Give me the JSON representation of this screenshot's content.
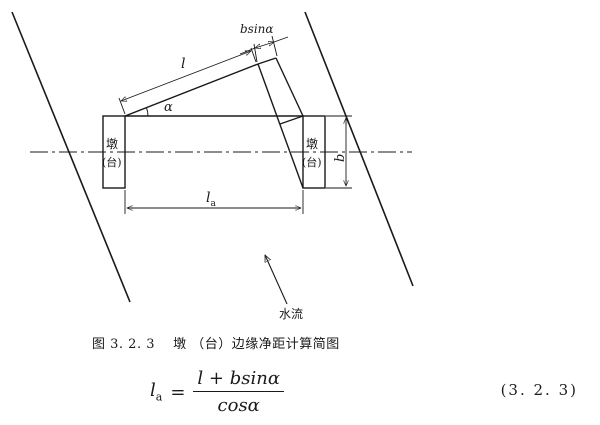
{
  "diagram": {
    "labels": {
      "b_sin_alpha": "bsinα",
      "l": "l",
      "alpha": "α",
      "pier_left_top": "墩",
      "pier_left_bottom": "(台)",
      "pier_right_top": "墩",
      "pier_right_bottom": "(台)",
      "b": "b",
      "la_main": "l",
      "la_sub": "a",
      "water_flow": "水流"
    }
  },
  "caption": {
    "text": "图 3. 2. 3　 墩 （台）边缘净距计算简图"
  },
  "formula": {
    "lhs_main": "l",
    "lhs_sub": "a",
    "equals": "=",
    "numerator": "l + bsinα",
    "denominator": "cosα"
  },
  "equation_number": "(3. 2. 3)"
}
